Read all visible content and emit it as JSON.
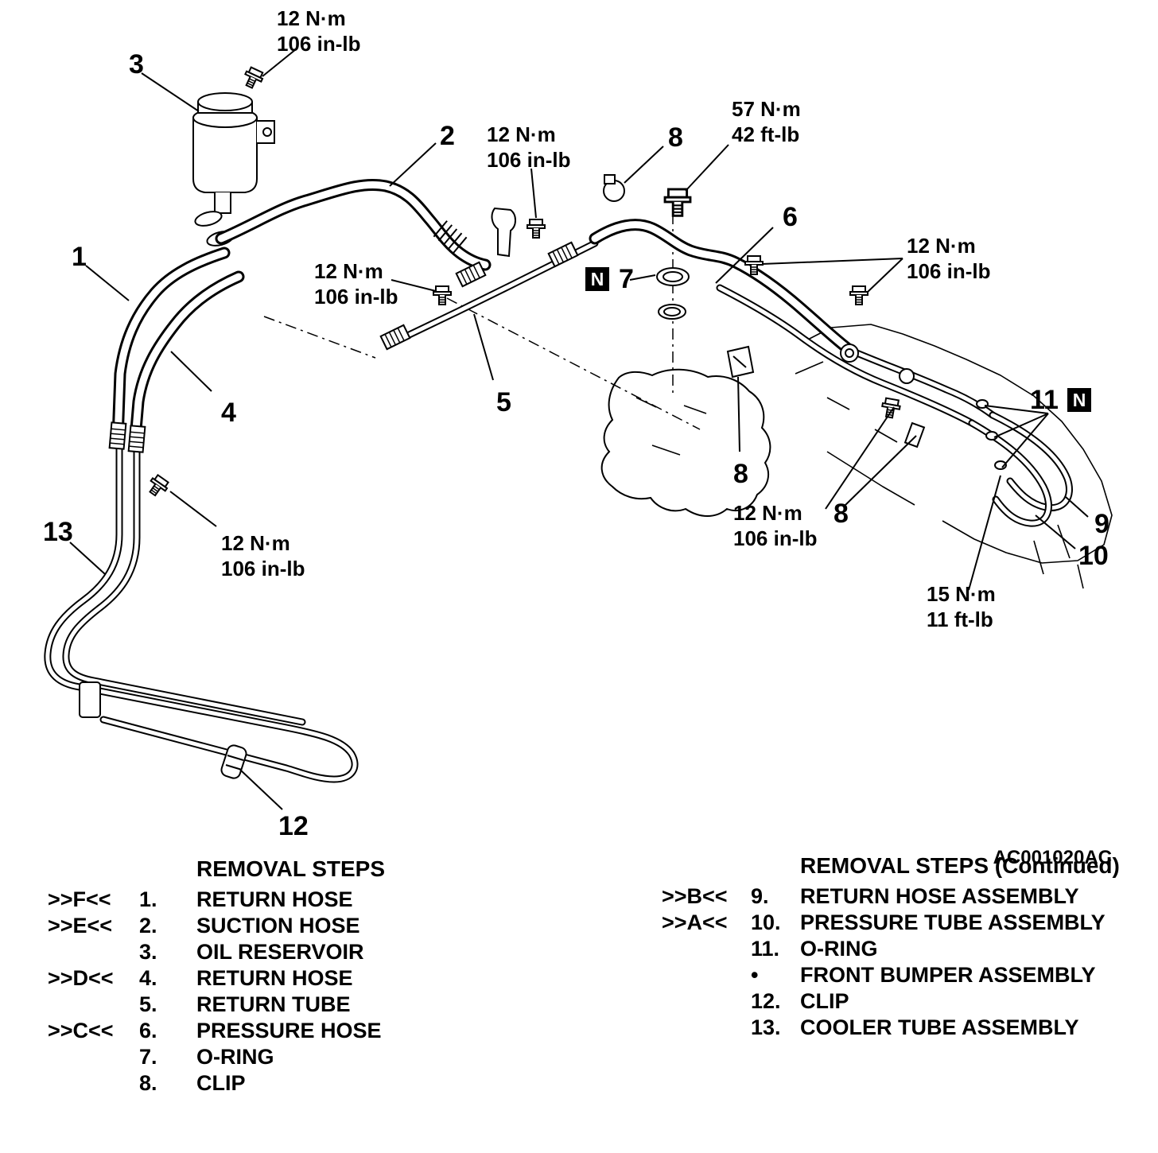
{
  "figure": {
    "code": "AC001020AC",
    "n_badge": "N",
    "torques": {
      "t1": {
        "l1": "12 N·m",
        "l2": "106 in-lb"
      },
      "t2": {
        "l1": "12 N·m",
        "l2": "106 in-lb"
      },
      "t3": {
        "l1": "57 N·m",
        "l2": "42 ft-lb"
      },
      "t4": {
        "l1": "12 N·m",
        "l2": "106 in-lb"
      },
      "t5": {
        "l1": "12 N·m",
        "l2": "106 in-lb"
      },
      "t6": {
        "l1": "12 N·m",
        "l2": "106 in-lb"
      },
      "t7": {
        "l1": "12 N·m",
        "l2": "106 in-lb"
      },
      "t8": {
        "l1": "15 N·m",
        "l2": "11 ft-lb"
      }
    },
    "callouts": {
      "c1": "1",
      "c2": "2",
      "c3": "3",
      "c4": "4",
      "c5": "5",
      "c6": "6",
      "c7": "7",
      "c8a": "8",
      "c8b": "8",
      "c8c": "8",
      "c9": "9",
      "c10": "10",
      "c11": "11",
      "c12": "12",
      "c13": "13"
    }
  },
  "removal_steps": {
    "left": {
      "title": "REMOVAL STEPS",
      "items": [
        {
          "tag": ">>F<<",
          "num": "1.",
          "label": "RETURN HOSE"
        },
        {
          "tag": ">>E<<",
          "num": "2.",
          "label": "SUCTION HOSE"
        },
        {
          "tag": "",
          "num": "3.",
          "label": "OIL RESERVOIR"
        },
        {
          "tag": ">>D<<",
          "num": "4.",
          "label": "RETURN HOSE"
        },
        {
          "tag": "",
          "num": "5.",
          "label": "RETURN TUBE"
        },
        {
          "tag": ">>C<<",
          "num": "6.",
          "label": "PRESSURE HOSE"
        },
        {
          "tag": "",
          "num": "7.",
          "label": "O-RING"
        },
        {
          "tag": "",
          "num": "8.",
          "label": "CLIP"
        }
      ]
    },
    "right": {
      "title": "REMOVAL STEPS (Continued)",
      "items": [
        {
          "tag": ">>B<<",
          "num": "9.",
          "label": "RETURN HOSE ASSEMBLY"
        },
        {
          "tag": ">>A<<",
          "num": "10.",
          "label": "PRESSURE TUBE ASSEMBLY"
        },
        {
          "tag": "",
          "num": "11.",
          "label": "O-RING"
        },
        {
          "tag": "",
          "num": "•",
          "label": "FRONT BUMPER ASSEMBLY"
        },
        {
          "tag": "",
          "num": "12.",
          "label": "CLIP"
        },
        {
          "tag": "",
          "num": "13.",
          "label": "COOLER TUBE ASSEMBLY"
        }
      ]
    }
  }
}
